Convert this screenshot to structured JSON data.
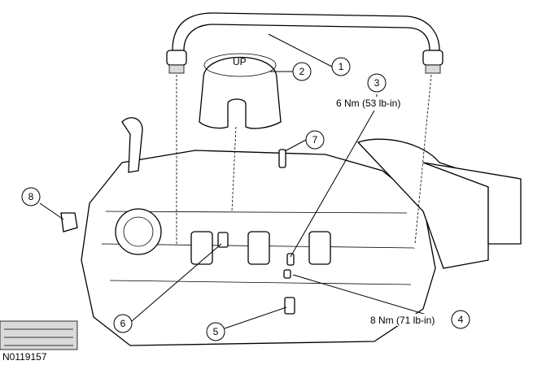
{
  "figure_id": "N0119157",
  "cover_text": "UP",
  "callouts": [
    {
      "id": "c1",
      "number": "1"
    },
    {
      "id": "c2",
      "number": "2"
    },
    {
      "id": "c3",
      "number": "3"
    },
    {
      "id": "c4",
      "number": "4"
    },
    {
      "id": "c5",
      "number": "5"
    },
    {
      "id": "c6",
      "number": "6"
    },
    {
      "id": "c7",
      "number": "7"
    },
    {
      "id": "c8",
      "number": "8"
    }
  ],
  "torque_labels": {
    "item3": "6 Nm (53 lb-in)",
    "item4": "8 Nm (71 lb-in)"
  }
}
